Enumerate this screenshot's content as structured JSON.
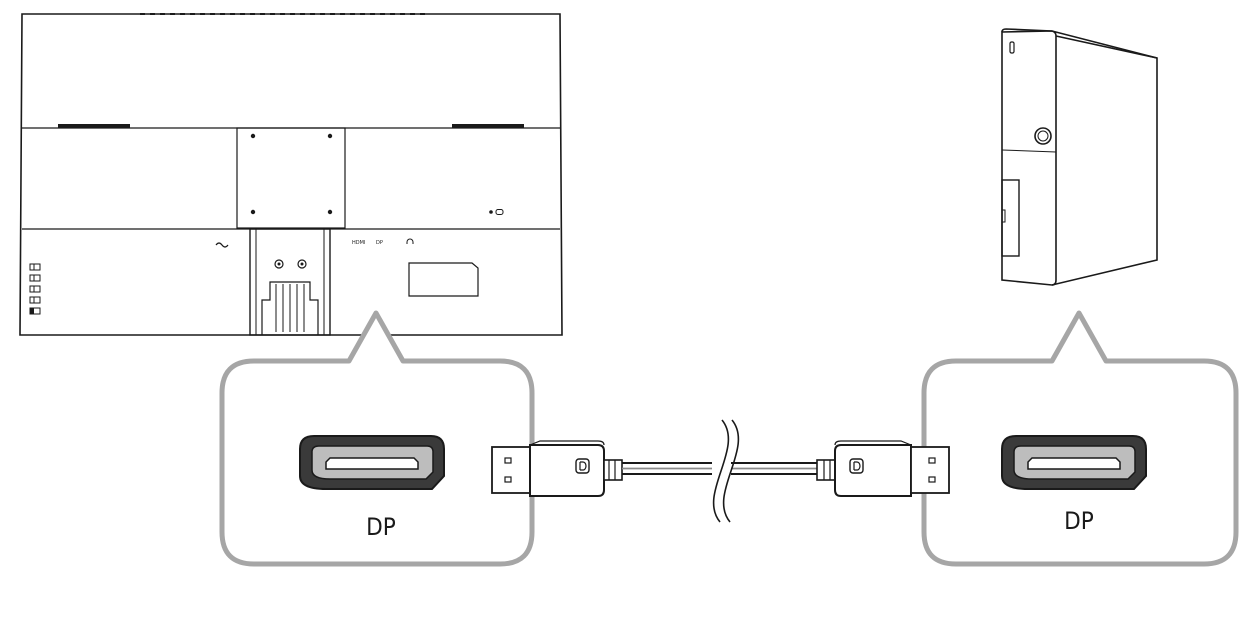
{
  "diagram": {
    "monitor": {
      "port_labels": {
        "hdmi": "HDMI",
        "dp": "DP"
      }
    },
    "callouts": {
      "monitor_port_label": "DP",
      "pc_port_label": "DP"
    },
    "cable": {
      "type": "DisplayPort cable",
      "connector_icon": "displayport-logo-icon"
    },
    "colors": {
      "line": "#1a1a1a",
      "callout_border": "#a6a6a6",
      "port_fill": "#c0c0c0",
      "port_rim": "#3a3a3a"
    }
  }
}
